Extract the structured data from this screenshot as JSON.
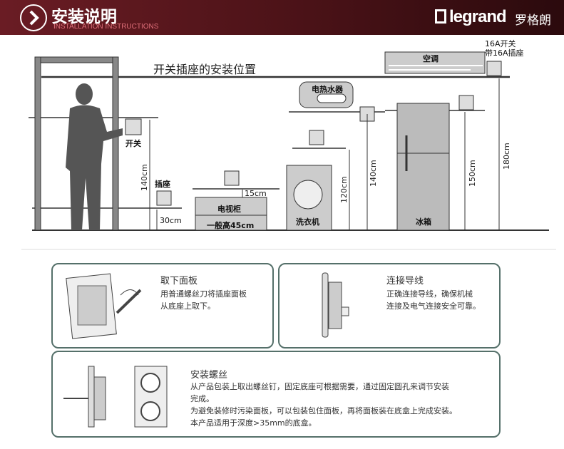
{
  "header": {
    "title": "安装说明",
    "subtitle": "INSTALLATION INSTRUCTIONS",
    "brand": "legrand",
    "brand_cn": "罗格朗"
  },
  "diagram": {
    "title": "开关插座的安装位置",
    "switch_label": "开关",
    "socket_label": "插座",
    "h140_switch": "140cm",
    "h30": "30cm",
    "h15": "15cm",
    "tv_label": "电视柜",
    "tv_height": "一般高45cm",
    "washer_label": "洗衣机",
    "h120": "120cm",
    "heater_label": "电热水器",
    "h140_heater": "140cm",
    "fridge_label": "冰箱",
    "h150": "150cm",
    "ac_label": "空调",
    "ac_switch_line1": "16A开关",
    "ac_switch_line2": "带16A插座",
    "h180": "180cm"
  },
  "steps": [
    {
      "title": "取下面板",
      "lines": [
        "用普通螺丝刀将插座面板",
        "从底座上取下。"
      ]
    },
    {
      "title": "连接导线",
      "lines": [
        "正确连接导线，确保机械",
        "连接及电气连接安全可靠。"
      ]
    },
    {
      "title": "安装螺丝",
      "lines": [
        "从产品包装上取出螺丝钉，固定底座可根据需要，通过固定圆孔来调节安装",
        "完成。",
        "为避免装修时污染面板，可以包装包住面板，再将面板装在底盒上完成安装。",
        "本产品适用于深度>35mm的底盒。"
      ]
    }
  ]
}
